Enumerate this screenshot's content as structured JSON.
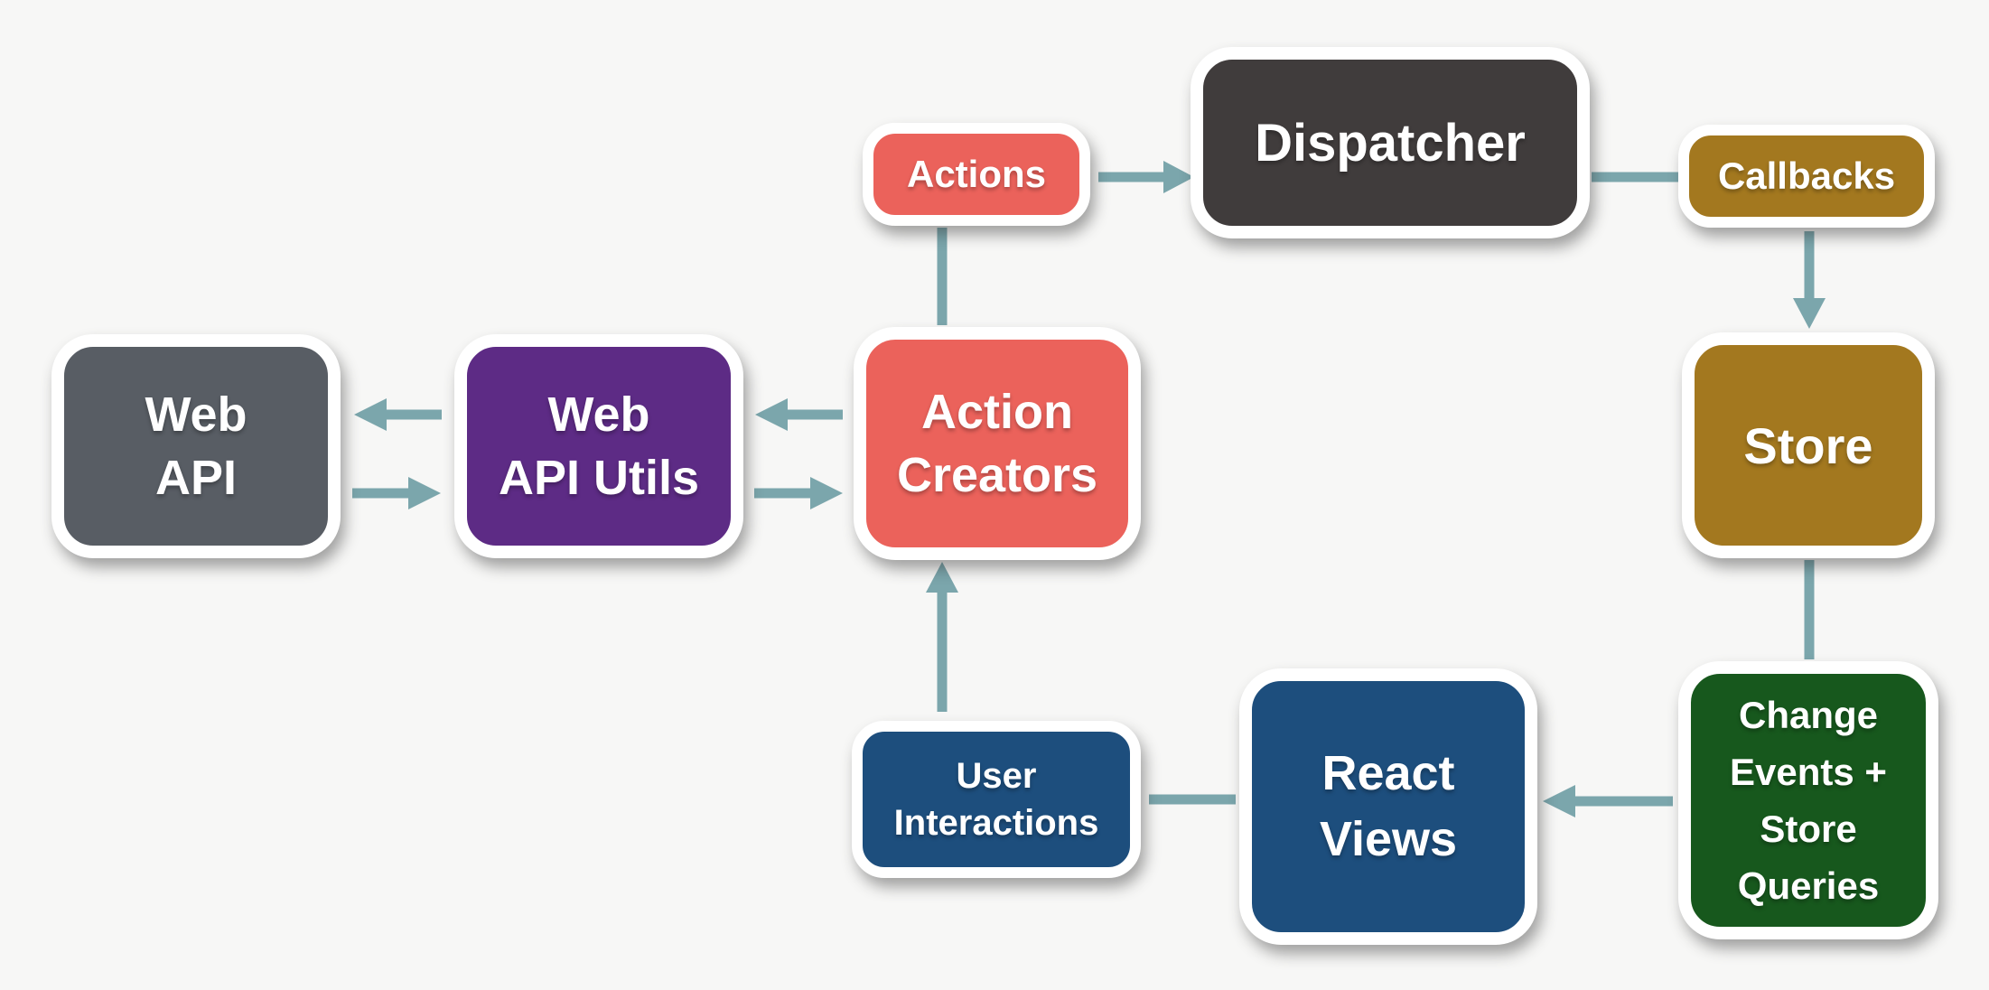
{
  "diagram": {
    "name": "Flux data flow diagram",
    "background": "#f7f7f6",
    "arrow_color": "#7ba6ac",
    "node_border_color": "#ffffff",
    "node_text_color": "#ffffff"
  },
  "nodes": {
    "web_api": {
      "label": "Web API",
      "lines": [
        "Web",
        "API"
      ],
      "color": "#585d64"
    },
    "web_api_utils": {
      "label": "Web API Utils",
      "lines": [
        "Web",
        "API Utils"
      ],
      "color": "#5d2b85"
    },
    "action_creators": {
      "label": "Action Creators",
      "lines": [
        "Action",
        "Creators"
      ],
      "color": "#eb625b"
    },
    "actions": {
      "label": "Actions",
      "lines": [
        "Actions"
      ],
      "color": "#eb625b"
    },
    "dispatcher": {
      "label": "Dispatcher",
      "lines": [
        "Dispatcher"
      ],
      "color": "#403c3c"
    },
    "callbacks": {
      "label": "Callbacks",
      "lines": [
        "Callbacks"
      ],
      "color": "#a3781f"
    },
    "store": {
      "label": "Store",
      "lines": [
        "Store"
      ],
      "color": "#a3781f"
    },
    "change_events": {
      "label": "Change Events + Store Queries",
      "lines": [
        "Change",
        "Events +",
        "Store",
        "Queries"
      ],
      "color": "#17581d"
    },
    "react_views": {
      "label": "React Views",
      "lines": [
        "React",
        "Views"
      ],
      "color": "#1d4e7d"
    },
    "user_interactions": {
      "label": "User Interactions",
      "lines": [
        "User",
        "Interactions"
      ],
      "color": "#1d4e7d"
    }
  },
  "edges": [
    {
      "from": "Action Creators",
      "to": "Actions",
      "style": "plain-line"
    },
    {
      "from": "Actions",
      "to": "Dispatcher",
      "style": "arrow-right"
    },
    {
      "from": "Dispatcher",
      "to": "Callbacks",
      "style": "plain-line"
    },
    {
      "from": "Callbacks",
      "to": "Store",
      "style": "arrow-down"
    },
    {
      "from": "Store",
      "to": "Change Events + Store Queries",
      "style": "plain-line"
    },
    {
      "from": "Change Events + Store Queries",
      "to": "React Views",
      "style": "arrow-left"
    },
    {
      "from": "React Views",
      "to": "User Interactions",
      "style": "plain-line"
    },
    {
      "from": "User Interactions",
      "to": "Action Creators",
      "style": "arrow-up"
    },
    {
      "from": "Web API Utils",
      "to": "Web API",
      "style": "arrow-left"
    },
    {
      "from": "Web API",
      "to": "Web API Utils",
      "style": "arrow-right"
    },
    {
      "from": "Action Creators",
      "to": "Web API Utils",
      "style": "arrow-left"
    },
    {
      "from": "Web API Utils",
      "to": "Action Creators",
      "style": "arrow-right"
    }
  ]
}
